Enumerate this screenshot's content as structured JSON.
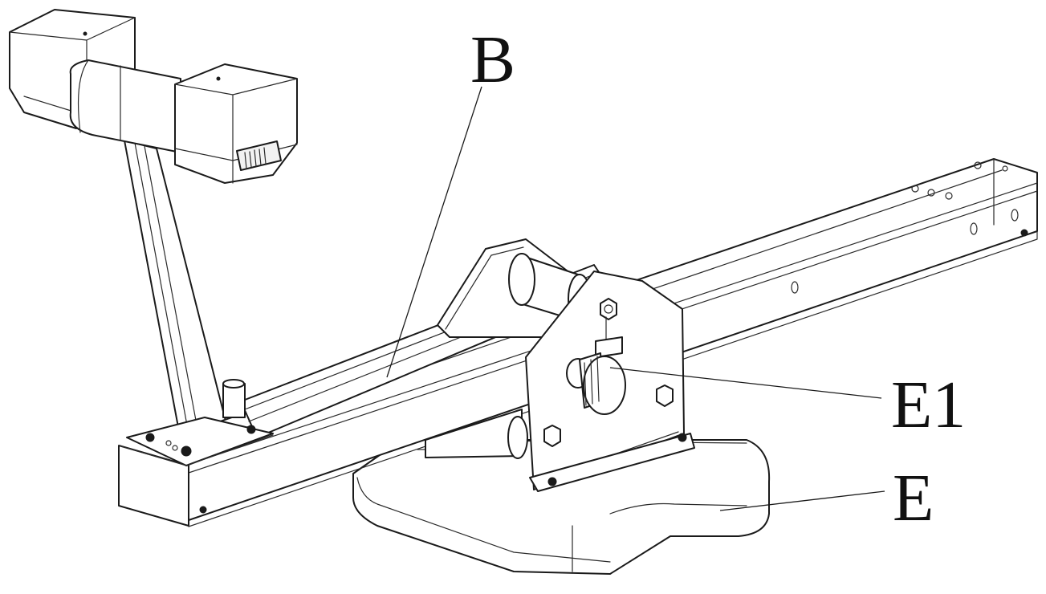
{
  "figure": {
    "labels": {
      "b": "B",
      "e1": "E1",
      "e": "E"
    },
    "colors": {
      "line": "#1a1a1a",
      "background": "#ffffff"
    }
  }
}
